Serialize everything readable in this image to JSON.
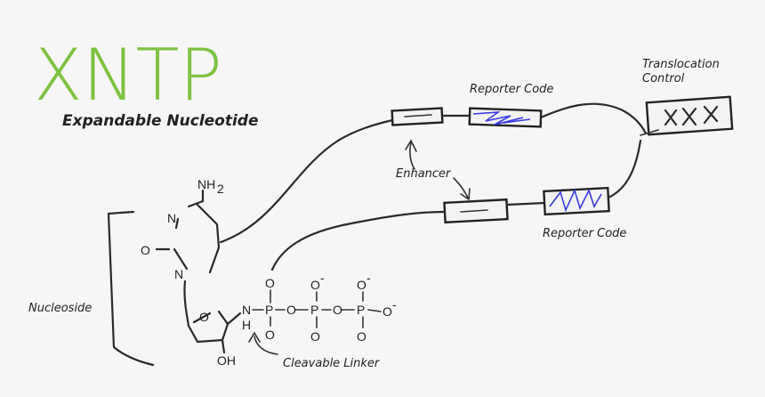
{
  "logo": {
    "title": "XNTP",
    "subtitle": "Expandable Nucleotide",
    "color": "#7dc242"
  },
  "labels": {
    "reporter_code_top": "Reporter Code",
    "reporter_code_bottom": "Reporter Code",
    "translocation_line1": "Translocation",
    "translocation_line2": "Control",
    "enhancer": "Enhancer",
    "nucleoside": "Nucleoside",
    "cleavable_linker": "Cleavable Linker"
  },
  "chemistry": {
    "nh2": "NH",
    "nh2_sub": "2",
    "n_top": "N",
    "n_bottom": "N",
    "o_ring": "O",
    "o_carbonyl": "O",
    "oh": "OH",
    "n_linker": "N",
    "h_linker": "H",
    "p1": "P",
    "p2": "P",
    "p3": "P",
    "o_bridge1": "O",
    "o_bridge2": "O",
    "o_top1": "O",
    "o_top2": "O",
    "o_top3": "O",
    "o_bottom1": "O",
    "o_bottom2": "O",
    "o_bottom3": "O",
    "o_end": "O",
    "minus": "-"
  },
  "colors": {
    "scribble": "#3b3be0",
    "ink": "#2a2a2a"
  }
}
